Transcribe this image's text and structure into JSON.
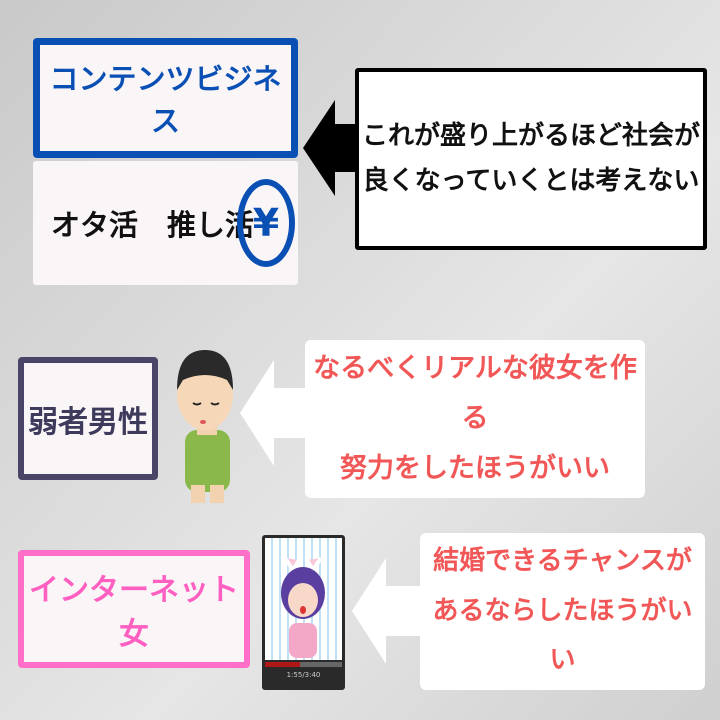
{
  "top": {
    "business_label": "コンテンツビジネス",
    "activities_label": "オタ活　推し活",
    "yen_icon": "¥",
    "claim_line1": "これが盛り上がるほど社会が",
    "claim_line2": "良くなっていくとは考えない"
  },
  "middle": {
    "weak_men_label": "弱者男性",
    "advice_line1": "なるべくリアルな彼女を作る",
    "advice_line2": "努力をしたほうがいい"
  },
  "bottom": {
    "internet_women_label": "インターネット女",
    "video_time": "1:55/3:40",
    "video_progress": 0.45,
    "advice_line1": "結婚できるチャンスが",
    "advice_line2": "あるならしたほうがいい"
  },
  "colors": {
    "blue": "#0a50b4",
    "navy": "#4a4466",
    "pink": "#ff6fc8",
    "red": "#f25757"
  }
}
